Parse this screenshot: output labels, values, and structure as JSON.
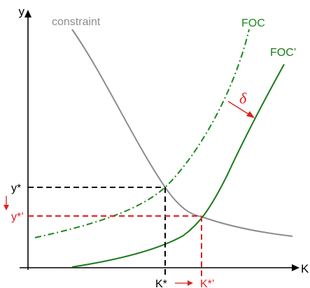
{
  "axes": {
    "y_label": "y",
    "x_label": "K"
  },
  "curves": {
    "constraint_label": "constraint",
    "foc_label": "FOC",
    "foc_prime_label": "FOC’"
  },
  "ticks": {
    "y_star": "y*",
    "y_star_prime": "y*’",
    "k_star": "K*",
    "k_star_prime": "K*’"
  },
  "shift": {
    "delta": "δ"
  },
  "colors": {
    "axis": "#000000",
    "constraint": "#8c8c8c",
    "foc": "#1a8a1a",
    "foc_prime": "#1a7a1a",
    "guide_original": "#000000",
    "guide_new": "#e02020",
    "label_new": "#e02020"
  }
}
